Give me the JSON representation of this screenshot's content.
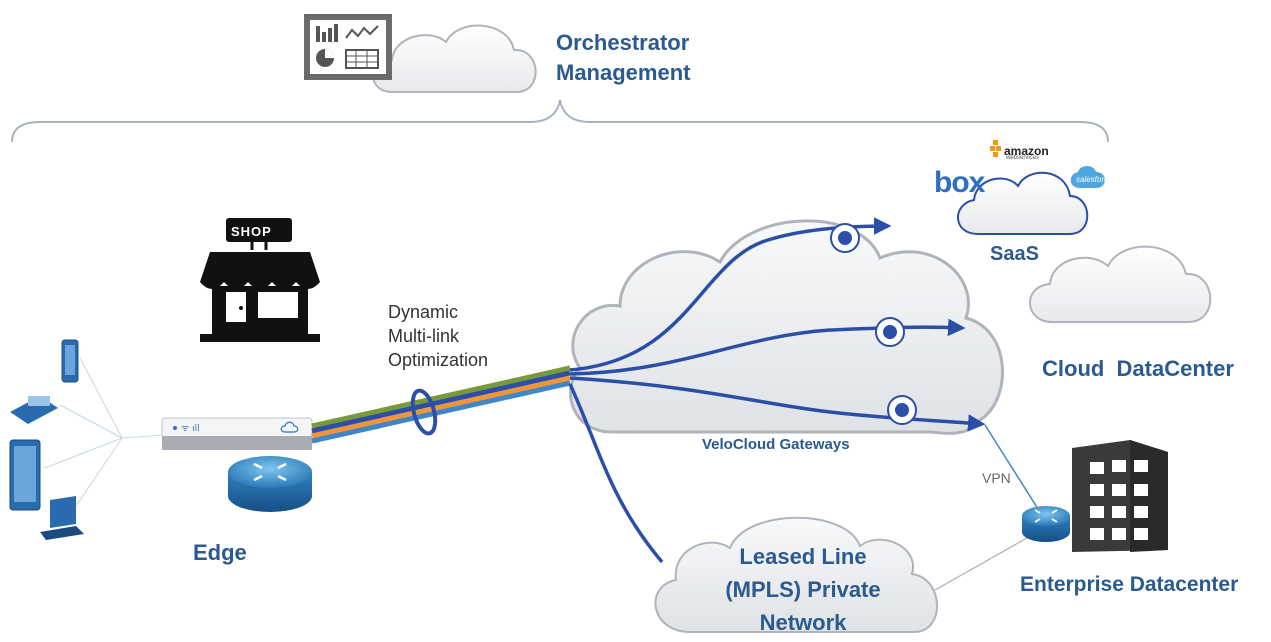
{
  "labels": {
    "orchestrator": "Orchestrator Management",
    "saas": "SaaS",
    "cloud_datacenter": "Cloud  DataCenter",
    "gateways": "VeloCloud Gateways",
    "edge": "Edge",
    "leased_line": "Leased Line (MPLS) Private Network",
    "enterprise_datacenter": "Enterprise Datacenter",
    "dynamic_opt": "Dynamic Multi-link Optimization",
    "vpn": "VPN",
    "shop_sign": "SHOP"
  },
  "saas_brands": {
    "box": "box",
    "amazon": "amazon",
    "amazon_sub": "webservices",
    "salesforce": "salesforce"
  },
  "icons": [
    "dashboard-icon",
    "orchestrator-cloud-icon",
    "shop-icon",
    "phone-icon",
    "tablet-icon",
    "laptop-icon",
    "edge-appliance-icon",
    "router-icon",
    "gateway-icon",
    "building-icon",
    "saas-cloud-icon",
    "datacenter-cloud-icon",
    "mpls-cloud-icon"
  ],
  "colors": {
    "label_blue": "#2a5a8f",
    "link_blue": "#2b4fa8",
    "link_green": "#7a9a3a",
    "link_orange": "#f0953a",
    "link_lightblue": "#3f86c8",
    "cloud_stroke": "#b0b4ba"
  }
}
